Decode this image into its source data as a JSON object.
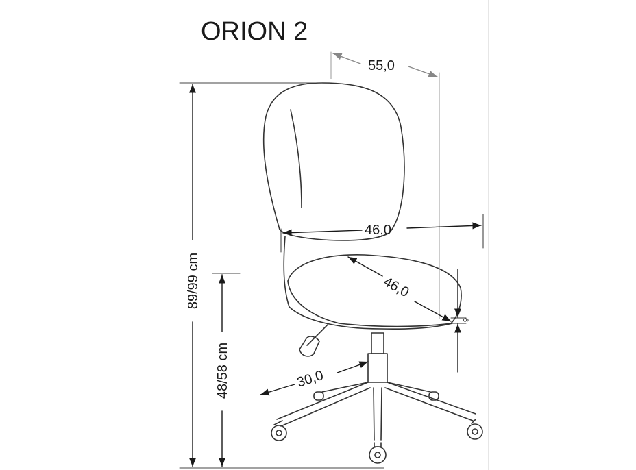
{
  "title": "ORION 2",
  "dimensions": {
    "overall_width": "55,0",
    "seat_width": "46,0",
    "seat_depth": "46,0",
    "seat_thickness": "6",
    "gas_lift_width": "30,0",
    "overall_height": "89/99 cm",
    "seat_height": "48/58 cm"
  },
  "colors": {
    "line": "#333333",
    "text": "#1a1a1a"
  }
}
